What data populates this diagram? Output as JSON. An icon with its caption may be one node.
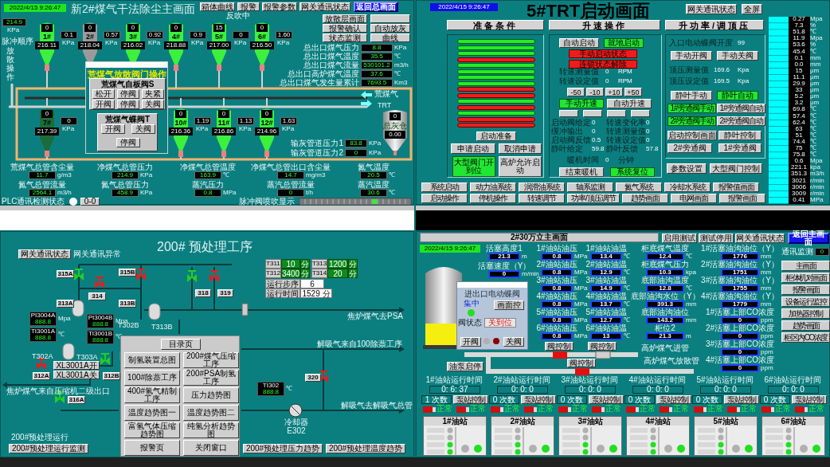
{
  "diagram": {
    "nodes": [
      {
        "text": [
          "新2#煤气干法除尘主画面"
        ]
      },
      {
        "text": [
          "5#TRT启动画面"
        ]
      },
      {
        "text": [
          "200# 预处理工序"
        ]
      },
      {
        "text": [
          "2#30万立主画面"
        ]
      },
      {
        "text": [
          "2022/4/15 9:26:47"
        ],
        "in": 0
      },
      {
        "text": [
          "箱体曲线"
        ],
        "in": 0
      },
      {
        "text": [
          "报警"
        ],
        "in": 0
      },
      {
        "text": [
          "报警参数"
        ],
        "in": 0
      },
      {
        "text": [
          "网关通讯状态"
        ],
        "in": 0
      },
      {
        "text": [
          "返回总画面"
        ],
        "in": 0
      },
      {
        "text": [
          "放散层画面"
        ],
        "in": 0
      },
      {
        "text": [],
        "shape": "box",
        "in": 0
      },
      {
        "text": [
          "报警确认"
        ],
        "in": 0
      },
      {
        "text": [
          "自动放灰"
        ],
        "in": 0
      },
      {
        "text": [
          "状态监测"
        ],
        "in": 0
      },
      {
        "text": [
          "曲线"
        ],
        "in": 0
      },
      {
        "text": [
          "8.8"
        ],
        "beside": [
          "总出口煤气压力",
          "KPa"
        ],
        "in": 0
      },
      {
        "text": [
          "35.5"
        ],
        "beside": [
          "总出口煤气温度",
          "℃"
        ],
        "in": 0
      },
      {
        "text": [
          "530101.2"
        ],
        "beside": [
          "总出口煤气流量",
          "m3/h"
        ],
        "in": 0
      },
      {
        "text": [
          "37.6"
        ],
        "beside": [
          "总出口高炉煤气温度",
          "℃"
        ],
        "in": 0
      },
      {
        "text": [
          "7693.5"
        ],
        "beside": [
          "总出口煤气发生量累计",
          "Km3"
        ],
        "in": 0
      },
      {
        "text": [
          "214.9"
        ],
        "beside": [
          "KPa"
        ],
        "in": 0
      },
      {
        "text": [
          "0",
          "1#",
          "216.11"
        ],
        "beside": [
          "0.1",
          "KPa"
        ],
        "in": 0
      },
      {
        "text": [
          "0",
          "2#",
          "218.04"
        ],
        "beside": [
          "0.57",
          "KPa"
        ],
        "in": 0
      },
      {
        "text": [
          "0",
          "3#",
          "216.02"
        ],
        "beside": [
          "0.92",
          "KPa"
        ],
        "in": 0
      },
      {
        "text": [
          "0",
          "4#",
          "218.88"
        ],
        "beside": [
          "0.9",
          "KPa"
        ],
        "in": 0
      },
      {
        "text": [
          "15",
          "5#",
          "217.00"
        ],
        "beside": [
          "0",
          "KPa"
        ],
        "in": 0
      },
      {
        "text": [
          "0",
          "6#",
          "216.50"
        ],
        "beside": [
          "1.60",
          "KPa"
        ],
        "in": 0
      },
      {
        "text": [
          "0",
          "7#",
          "217.39"
        ],
        "beside": [
          "0",
          "KPa"
        ],
        "in": 0
      },
      {
        "text": [
          "0",
          "10#",
          "216.36"
        ],
        "beside": [
          "1.19",
          "KPa"
        ],
        "in": 0
      },
      {
        "text": [
          "0",
          "11#",
          "216.86"
        ],
        "beside": [
          "1.13",
          "KPa"
        ],
        "in": 0
      },
      {
        "text": [
          "0",
          "12#",
          "214.96"
        ],
        "beside": [
          "1.63",
          "KPa"
        ],
        "in": 0
      },
      {
        "text": [
          "0",
          "总灰仓",
          "0.00"
        ],
        "in": 0
      },
      {
        "text": [
          "荒煤气放散阀门操作"
        ],
        "in": 0
      },
      {
        "text": [
          "荒煤气自板阀S"
        ],
        "in": 33
      },
      {
        "text": [
          "松开"
        ],
        "in": 34
      },
      {
        "text": [
          "停阀"
        ],
        "in": 34
      },
      {
        "text": [
          "夹紧"
        ],
        "in": 34
      },
      {
        "text": [
          "开阀"
        ],
        "in": 34
      },
      {
        "text": [
          "停阀"
        ],
        "in": 34
      },
      {
        "text": [
          "关阀"
        ],
        "in": 34
      },
      {
        "text": [
          "荒煤气蝶阀T"
        ],
        "in": 33
      },
      {
        "text": [
          "开阀"
        ],
        "in": 41
      },
      {
        "text": [
          "关阀"
        ],
        "in": 41
      },
      {
        "text": [
          "停阀"
        ],
        "in": 41
      },
      {
        "text": [
          "83.8"
        ],
        "beside": [
          "输灰管道压力1",
          "KPa"
        ],
        "in": 0
      },
      {
        "text": [
          "0"
        ],
        "beside": [
          "输灰管道压力2",
          "KPa"
        ],
        "in": 0
      },
      {
        "text": [
          "11.7"
        ],
        "beside": [
          "荒煤气总管含尘量",
          "g/m3"
        ],
        "in": 0
      },
      {
        "text": [
          "214.9"
        ],
        "beside": [
          "净煤气总管压力",
          "KPa"
        ],
        "in": 0
      },
      {
        "text": [
          "163.9"
        ],
        "beside": [
          "净煤气总管温度",
          "℃"
        ],
        "in": 0
      },
      {
        "text": [
          "14.7"
        ],
        "beside": [
          "净煤气总管出口含尘量",
          "mg/m3"
        ],
        "in": 0
      },
      {
        "text": [
          "20.5"
        ],
        "beside": [
          "氮气温度",
          "℃"
        ],
        "in": 0
      },
      {
        "text": [
          "2564.1"
        ],
        "beside": [
          "氮气总管流量",
          "m3/h"
        ],
        "in": 0
      },
      {
        "text": [
          "458.9"
        ],
        "beside": [
          "氮气总管压力",
          "KPa"
        ],
        "in": 0
      },
      {
        "text": [
          "0.8"
        ],
        "beside": [
          "蒸汽压力",
          "MPa"
        ],
        "in": 0
      },
      {
        "text": [
          "0"
        ],
        "beside": [
          "蒸汽总管流量",
          "t/h"
        ],
        "in": 0
      },
      {
        "text": [
          "30.6"
        ],
        "beside": [
          "蒸汽温度",
          "℃"
        ],
        "in": 0
      },
      {
        "text": [
          "0-0"
        ],
        "in": 0
      },
      {
        "text": [
          "2022/4/15 9:26:47"
        ],
        "in": 1
      },
      {
        "text": [
          "网关通讯状态"
        ],
        "in": 1
      },
      {
        "text": [
          "全屏"
        ],
        "in": 1
      },
      {
        "text": [
          "准备条件"
        ],
        "in": 1
      },
      {
        "text": [
          "升速操作"
        ],
        "in": 1
      },
      {
        "text": [
          "升功率/调顶压"
        ],
        "in": 1
      },
      {
        "text": [],
        "shape": "box",
        "in": 1
      },
      {
        "text": [],
        "shape": "box",
        "in": 1
      },
      {
        "text": [],
        "shape": "box",
        "in": 1
      },
      {
        "text": [],
        "shape": "bar",
        "in": 64
      },
      {
        "text": [],
        "shape": "bar",
        "in": 64
      },
      {
        "text": [],
        "shape": "bar",
        "in": 64
      },
      {
        "text": [],
        "shape": "bar",
        "in": 64
      },
      {
        "text": [],
        "shape": "bar",
        "in": 64
      },
      {
        "text": [],
        "shape": "bar",
        "in": 64
      },
      {
        "text": [],
        "shape": "bar",
        "in": 64
      },
      {
        "text": [],
        "shape": "bar",
        "in": 64
      },
      {
        "text": [],
        "shape": "bar",
        "in": 64
      },
      {
        "text": [],
        "shape": "bar",
        "in": 64
      },
      {
        "text": [],
        "shape": "bar",
        "in": 64
      },
      {
        "text": [],
        "shape": "bar",
        "in": 64
      },
      {
        "text": [],
        "shape": "bar",
        "in": 64
      },
      {
        "text": [],
        "shape": "bar",
        "in": 64
      },
      {
        "text": [],
        "shape": "bar",
        "in": 64
      },
      {
        "text": [
          "启动准备"
        ],
        "in": 64
      },
      {
        "text": [
          "申请启动"
        ],
        "in": 64
      },
      {
        "text": [
          "取消申请"
        ],
        "in": 64
      },
      {
        "text": [
          "大型阀门开到位"
        ],
        "in": 64
      },
      {
        "text": [
          "高炉允许启动"
        ],
        "in": 64
      },
      {
        "text": [
          "自动启动"
        ],
        "in": 65
      },
      {
        "text": [
          "就地启动"
        ],
        "in": 65
      },
      {
        "text": [
          "手动启动状态"
        ],
        "in": 65
      },
      {
        "text": [
          "连锁状态解除"
        ],
        "in": 65
      },
      {
        "text": [
          "-50"
        ],
        "in": 65
      },
      {
        "text": [
          "-10"
        ],
        "in": 65
      },
      {
        "text": [
          "+10"
        ],
        "in": 65
      },
      {
        "text": [
          "+50"
        ],
        "in": 65
      },
      {
        "text": [
          "手动升速"
        ],
        "in": 65
      },
      {
        "text": [
          "自动升速"
        ],
        "in": 65
      },
      {
        "text": [],
        "shape": "box",
        "in": 65
      },
      {
        "text": [],
        "shape": "box",
        "in": 65
      },
      {
        "text": [],
        "shape": "box",
        "in": 65
      },
      {
        "text": [],
        "shape": "box",
        "in": 65
      },
      {
        "text": [
          "结束暖机"
        ],
        "in": 65
      },
      {
        "text": [
          "系统复位"
        ],
        "in": 65
      },
      {
        "text": [
          "手动开阀"
        ],
        "in": 66
      },
      {
        "text": [
          "手动关阀"
        ],
        "in": 66
      },
      {
        "text": [
          "静叶手动"
        ],
        "in": 66
      },
      {
        "text": [
          "静叶自动"
        ],
        "in": 66
      },
      {
        "text": [
          "1#旁通阀手动"
        ],
        "in": 66
      },
      {
        "text": [
          "1#旁通阀自动"
        ],
        "in": 66
      },
      {
        "text": [
          "2#旁通阀手动"
        ],
        "in": 66
      },
      {
        "text": [
          "2#旁通阀自动"
        ],
        "in": 66
      },
      {
        "text": [
          "启动控制画面"
        ],
        "in": 66
      },
      {
        "text": [
          "静叶控制"
        ],
        "in": 66
      },
      {
        "text": [
          "2#旁通阀"
        ],
        "in": 66
      },
      {
        "text": [
          "1#旁通阀"
        ],
        "in": 66
      },
      {
        "text": [
          "参数设置"
        ],
        "in": 1
      },
      {
        "text": [
          "大型阀门控制"
        ],
        "in": 1
      },
      {
        "text": [
          "系统启动"
        ],
        "in": 1
      },
      {
        "text": [
          "动力油系统"
        ],
        "in": 1
      },
      {
        "text": [
          "润滑油系统"
        ],
        "in": 1
      },
      {
        "text": [
          "轴系监测"
        ],
        "in": 1
      },
      {
        "text": [
          "氮气系统"
        ],
        "in": 1
      },
      {
        "text": [
          "冷却水系统"
        ],
        "in": 1
      },
      {
        "text": [
          "报警值画面"
        ],
        "in": 1
      },
      {
        "text": [
          "启动操作"
        ],
        "in": 1
      },
      {
        "text": [
          "停机操作"
        ],
        "in": 1
      },
      {
        "text": [
          "转速调节"
        ],
        "in": 1
      },
      {
        "text": [
          "功率/顶压调节"
        ],
        "in": 1
      },
      {
        "text": [
          "趋势画面"
        ],
        "in": 1
      },
      {
        "text": [
          "电网画面"
        ],
        "in": 1
      },
      {
        "text": [
          "报警画面"
        ],
        "in": 1
      },
      {
        "text": [
          "网关通讯状态"
        ],
        "in": 2
      },
      {
        "text": [
          "315A"
        ],
        "in": 2
      },
      {
        "text": [
          "315B"
        ],
        "in": 2
      },
      {
        "text": [
          "314"
        ],
        "in": 2
      },
      {
        "text": [
          "313A"
        ],
        "in": 2
      },
      {
        "text": [
          "313B"
        ],
        "in": 2
      },
      {
        "text": [
          "318"
        ],
        "in": 2
      },
      {
        "text": [
          "319"
        ],
        "in": 2
      },
      {
        "text": [
          "312A"
        ],
        "in": 2
      },
      {
        "text": [
          "312B"
        ],
        "in": 2
      },
      {
        "text": [
          "316A"
        ],
        "in": 2
      },
      {
        "text": [
          "320"
        ],
        "in": 2
      },
      {
        "text": [
          "PI3004A",
          "888.8"
        ],
        "beside": [
          "Mpa"
        ],
        "in": 2
      },
      {
        "text": [
          "TI3001A",
          "888.8"
        ],
        "beside": [
          "℃"
        ],
        "in": 2
      },
      {
        "text": [
          "PI3004B",
          "888.8"
        ],
        "beside": [
          "Mpa"
        ],
        "in": 2
      },
      {
        "text": [
          "TI3001B",
          "888.8"
        ],
        "beside": [
          "℃"
        ],
        "in": 2
      },
      {
        "text": [
          "TI302",
          "888.8"
        ],
        "beside": [
          "℃"
        ],
        "in": 2
      },
      {
        "text": [
          "XL3001A开"
        ],
        "in": 2
      },
      {
        "text": [
          "XL3001A关"
        ],
        "in": 2
      },
      {
        "text": [],
        "shape": "box",
        "in": 2
      },
      {
        "text": [
          "目录页"
        ],
        "in": 150
      },
      {
        "text": [
          "制氢装置总图"
        ],
        "in": 150
      },
      {
        "text": [
          "200#煤气压缩工序"
        ],
        "in": 150
      },
      {
        "text": [
          "100#除萘工序"
        ],
        "in": 150
      },
      {
        "text": [
          "200#PSA制氢工序"
        ],
        "in": 150
      },
      {
        "text": [
          "400#氢气精制工序"
        ],
        "in": 150
      },
      {
        "text": [
          "压力趋势图"
        ],
        "in": 150
      },
      {
        "text": [
          "温度趋势图一"
        ],
        "in": 150
      },
      {
        "text": [
          "温度趋势图二"
        ],
        "in": 150
      },
      {
        "text": [
          "富氢气体压缩趋势图"
        ],
        "in": 150
      },
      {
        "text": [
          "纯氢分析趋势图"
        ],
        "in": 150
      },
      {
        "text": [
          "报警页"
        ],
        "in": 150
      },
      {
        "text": [
          "关闭窗口"
        ],
        "in": 150
      },
      {
        "text": [
          "200#预处理运行监测"
        ],
        "in": 2
      },
      {
        "text": [
          "200#预处理压力趋势"
        ],
        "in": 2
      },
      {
        "text": [
          "200#预处理温度趋势"
        ],
        "in": 2
      },
      {
        "text": [
          "启用测试"
        ],
        "in": 3
      },
      {
        "text": [
          "测试停用"
        ],
        "in": 3
      },
      {
        "text": [
          "网关通讯状态"
        ],
        "in": 3
      },
      {
        "text": [
          "返回主画面"
        ],
        "in": 3
      },
      {
        "text": [
          "2022/4/15 9:26:47"
        ],
        "in": 3
      },
      {
        "text": [
          "21.3"
        ],
        "beside": [
          "活塞高度1",
          "m"
        ],
        "in": 3
      },
      {
        "text": [
          "0"
        ],
        "beside": [
          "活塞速度（Y）",
          "m/min"
        ],
        "in": 3
      },
      {
        "text": [
          "0.8"
        ],
        "beside": [
          "1#油站油压",
          "MPa"
        ],
        "in": 3
      },
      {
        "text": [
          "0.8"
        ],
        "beside": [
          "2#油站油压",
          "MPa"
        ],
        "in": 3
      },
      {
        "text": [
          "0.8"
        ],
        "beside": [
          "3#油站油压",
          "MPa"
        ],
        "in": 3
      },
      {
        "text": [
          "0.8"
        ],
        "beside": [
          "4#油站油压",
          "MPa"
        ],
        "in": 3
      },
      {
        "text": [
          "0.8"
        ],
        "beside": [
          "5#油站油压",
          "MPa"
        ],
        "in": 3
      },
      {
        "text": [
          "0.8"
        ],
        "beside": [
          "6#油站油压",
          "MPa"
        ],
        "in": 3
      },
      {
        "text": [
          "13.4"
        ],
        "beside": [
          "1#油站油温",
          "℃"
        ],
        "in": 3
      },
      {
        "text": [
          "12.9"
        ],
        "beside": [
          "2#油站油温",
          "℃"
        ],
        "in": 3
      },
      {
        "text": [
          "14.9"
        ],
        "beside": [
          "3#油站油温",
          "℃"
        ],
        "in": 3
      },
      {
        "text": [
          "13.7"
        ],
        "beside": [
          "4#油站油温",
          "℃"
        ],
        "in": 3
      },
      {
        "text": [
          "12.7"
        ],
        "beside": [
          "5#油站油温",
          "℃"
        ],
        "in": 3
      },
      {
        "text": [
          "13"
        ],
        "beside": [
          "6#油站油温",
          "℃"
        ],
        "in": 3
      },
      {
        "text": [
          "12.4"
        ],
        "beside": [
          "柜底煤气温度",
          "℃"
        ],
        "in": 3
      },
      {
        "text": [
          "10.3"
        ],
        "beside": [
          "柜底煤气压力",
          "kpa"
        ],
        "in": 3
      },
      {
        "text": [
          "12.8"
        ],
        "beside": [
          "底部油沟温度",
          "℃"
        ],
        "in": 3
      },
      {
        "text": [
          "391.3"
        ],
        "beside": [
          "底部油沟水位（Y）",
          "mm"
        ],
        "in": 3
      },
      {
        "text": [
          "143.2"
        ],
        "beside": [
          "底部油沟油位",
          "mm"
        ],
        "in": 3
      },
      {
        "text": [
          "21.3"
        ],
        "beside": [
          "柜位2",
          "m"
        ],
        "in": 3
      },
      {
        "text": [
          "1776"
        ],
        "beside": [
          "1#活塞油沟油位（Y）",
          "mm"
        ],
        "in": 3
      },
      {
        "text": [
          "1751"
        ],
        "beside": [
          "2#活塞油沟油位（Y）",
          "mm"
        ],
        "in": 3
      },
      {
        "text": [
          "1755"
        ],
        "beside": [
          "3#活塞油沟油位（Y）",
          "mm"
        ],
        "in": 3
      },
      {
        "text": [
          "1779"
        ],
        "beside": [
          "4#活塞油沟油位（Y）",
          "mm"
        ],
        "in": 3
      },
      {
        "text": [
          "0"
        ],
        "beside": [
          "1#活塞上部CO浓度",
          "ppm"
        ],
        "in": 3
      },
      {
        "text": [
          "0"
        ],
        "beside": [
          "2#活塞上部CO浓度",
          "ppm"
        ],
        "in": 3
      },
      {
        "text": [
          "0"
        ],
        "beside": [
          "3#活塞上部CO浓度",
          "ppm"
        ],
        "in": 3
      },
      {
        "text": [
          "0"
        ],
        "beside": [
          "4#活塞上部CO浓度",
          "ppm"
        ],
        "in": 3
      },
      {
        "text": [
          "0"
        ],
        "beside": [
          "通讯监测"
        ],
        "in": 3
      },
      {
        "text": [
          "主画面"
        ],
        "in": 3
      },
      {
        "text": [
          "柜体机对画面"
        ],
        "in": 3
      },
      {
        "text": [
          "报警画面"
        ],
        "in": 3
      },
      {
        "text": [
          "设备运行监控"
        ],
        "in": 3
      },
      {
        "text": [
          "加热器控制"
        ],
        "in": 3
      },
      {
        "text": [
          "趋势画面"
        ],
        "in": 3
      },
      {
        "text": [
          "柜区内CO浓度"
        ],
        "in": 3
      },
      {
        "text": [
          "进出口电动蝶阀"
        ],
        "in": 3
      },
      {
        "text": [
          "画面控"
        ],
        "in": 208
      },
      {
        "text": [
          "关到位"
        ],
        "in": 208
      },
      {
        "text": [
          "开阀"
        ],
        "in": 208
      },
      {
        "text": [
          "关阀"
        ],
        "in": 208
      },
      {
        "text": [
          "阀控制"
        ],
        "in": 3
      },
      {
        "text": [
          "阀控制"
        ],
        "in": 3
      },
      {
        "text": [
          "阀控制"
        ],
        "in": 3
      },
      {
        "text": [
          "油泵启停"
        ],
        "in": 3
      },
      {
        "text": [
          "0: 6: 37"
        ],
        "in": 3
      },
      {
        "text": [
          "1 次数"
        ],
        "in": 3
      },
      {
        "text": [
          "泵站控制"
        ],
        "in": 3
      },
      {
        "text": [
          "1#油站"
        ],
        "in": 3
      },
      {
        "text": [
          "0: 0: 0"
        ],
        "in": 3
      },
      {
        "text": [
          "0 次数"
        ],
        "in": 3
      },
      {
        "text": [
          "泵站控制"
        ],
        "in": 3
      },
      {
        "text": [
          "2#油站"
        ],
        "in": 3
      },
      {
        "text": [
          "0: 0: 0"
        ],
        "in": 3
      },
      {
        "text": [
          "0 次数"
        ],
        "in": 3
      },
      {
        "text": [
          "泵站控制"
        ],
        "in": 3
      },
      {
        "text": [
          "3#油站"
        ],
        "in": 3
      },
      {
        "text": [
          "0: 0: 0"
        ],
        "in": 3
      },
      {
        "text": [
          "0 次数"
        ],
        "in": 3
      },
      {
        "text": [
          "泵站控制"
        ],
        "in": 3
      },
      {
        "text": [
          "4#油站"
        ],
        "in": 3
      },
      {
        "text": [
          "0: 0: 0"
        ],
        "in": 3
      },
      {
        "text": [
          "0 次数"
        ],
        "in": 3
      },
      {
        "text": [
          "泵站控制"
        ],
        "in": 3
      },
      {
        "text": [
          "5#油站"
        ],
        "in": 3
      },
      {
        "text": [
          "0: 0: 0"
        ],
        "in": 3
      },
      {
        "text": [
          "0 次数"
        ],
        "in": 3
      },
      {
        "text": [
          "泵站控制"
        ],
        "in": 3
      },
      {
        "text": [
          "6#油站"
        ],
        "in": 3
      },
      {
        "text": [],
        "shape": "box"
      },
      {
        "text": [],
        "shape": "box"
      }
    ],
    "labels": [
      "脉冲顺序",
      "放散操作",
      "反吹中",
      "荒煤气",
      "TRT",
      "PLC通讯检测状态",
      "脉冲阀喷吹显示",
      "转速测量值",
      "0",
      "RPM",
      "转速设定值",
      "0",
      "RPM",
      "启动阀给定",
      "0",
      "转速变化率",
      "0",
      "缓冲输出",
      "0",
      "转速测量值",
      "0",
      "启动阀反馈",
      "0.5",
      "转速设定值",
      "0",
      "静叶给定",
      "59.8",
      "静叶反馈",
      "57.8",
      "暖机时间",
      "0",
      "分钟",
      "入口电动蝶阀开度",
      "99",
      "顶压测量值",
      "169.6",
      "Kpa",
      "顶压设定值",
      "169.5",
      "Kpa",
      "0.27",
      "Mpa",
      "7.3",
      "%",
      "51.8",
      "℃",
      "11.9",
      "Mpa",
      "53.6",
      "%",
      "45.4",
      "℃",
      "0.1",
      "mm",
      "0.0",
      "mm",
      "15",
      "μm",
      "11.1",
      "μm",
      "29.9",
      "μm",
      "33",
      "μm",
      "5.2",
      "μm",
      "3.2",
      "μm",
      "69.8",
      "℃",
      "57.4",
      "℃",
      "62.4",
      "℃",
      "63",
      "℃",
      "51",
      "℃",
      "74.4",
      "℃",
      "75",
      "℃",
      "75.8",
      "℃",
      "0.6",
      "Mpa",
      "221.1",
      "kpa",
      "351.3",
      "m3/h",
      "3021",
      "r/min",
      "3006",
      "r/min",
      "3009",
      "r/min",
      "0.41",
      "MPa",
      "网关通讯异常",
      "T311",
      "10",
      "分",
      "T313",
      "1200",
      "分",
      "T312",
      "3400",
      "分",
      "T314",
      "20",
      "分",
      "运行步序",
      "6",
      "运行时间",
      "1529 分",
      "T302A",
      "T303A",
      "T302B",
      "T313B",
      "焦炉煤气去PSA",
      "解吸气来自100除萘工序",
      "解吸气去解吸气总管",
      "焦炉煤气来自压缩机二级出口",
      "冷却器 E302",
      "200#预处理运行",
      "集中",
      "阀状态",
      "高炉煤气进管",
      "高炉煤气放散管",
      "1#油站运行时间",
      "正常",
      "正常",
      "2#油站运行时间",
      "正常",
      "正常",
      "3#油站运行时间",
      "正常",
      "正常",
      "4#油站运行时间",
      "正常",
      "正常",
      "5#油站运行时间",
      "正常",
      "正常",
      "6#油站运行时间",
      "正常",
      "正常"
    ]
  }
}
